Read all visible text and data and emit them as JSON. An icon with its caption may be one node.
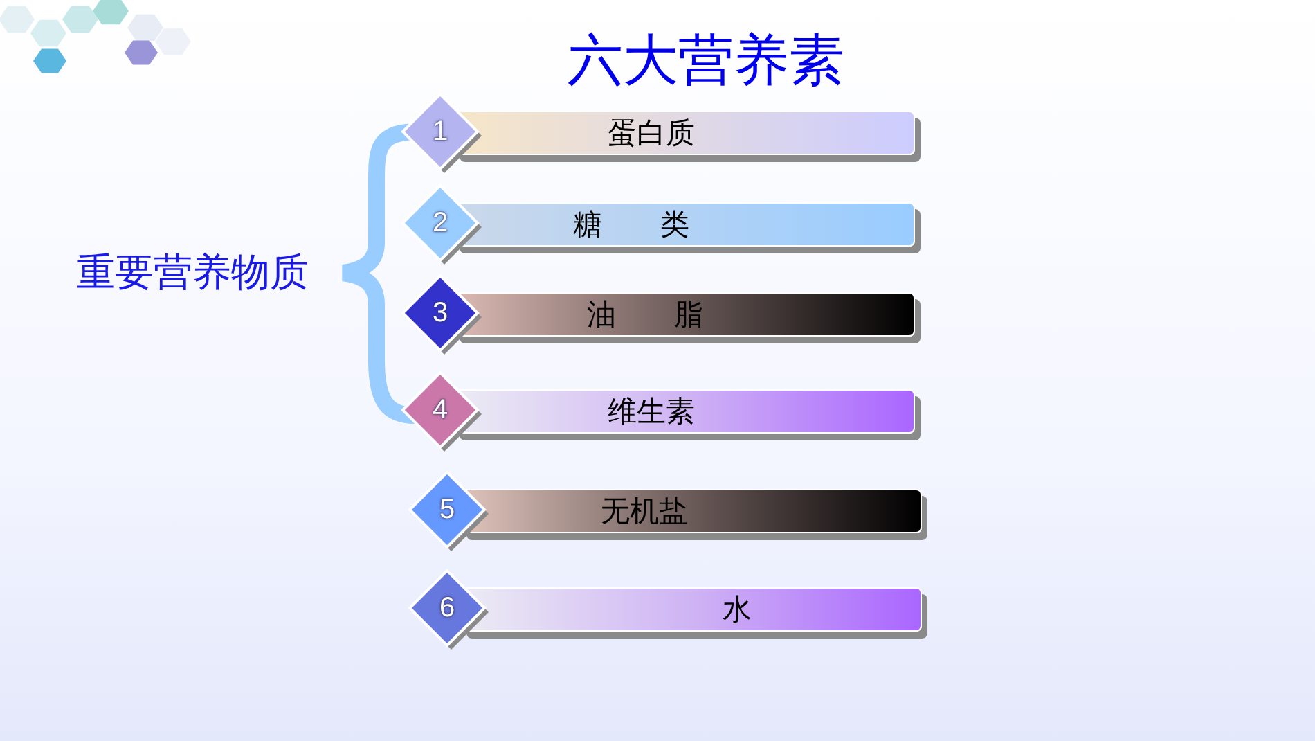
{
  "diagram": {
    "title": "六大营养素",
    "nodes": [
      {
        "text": [
          "重要营养物质"
        ]
      },
      {
        "text": [
          "1",
          "蛋白质"
        ]
      },
      {
        "text": [
          "2",
          "糖　　类"
        ]
      },
      {
        "text": [
          "3",
          "油　　脂"
        ]
      },
      {
        "text": [
          "4",
          "维生素"
        ]
      },
      {
        "text": [
          "5",
          "无机盐"
        ]
      },
      {
        "text": [
          "6",
          "水"
        ]
      }
    ]
  }
}
